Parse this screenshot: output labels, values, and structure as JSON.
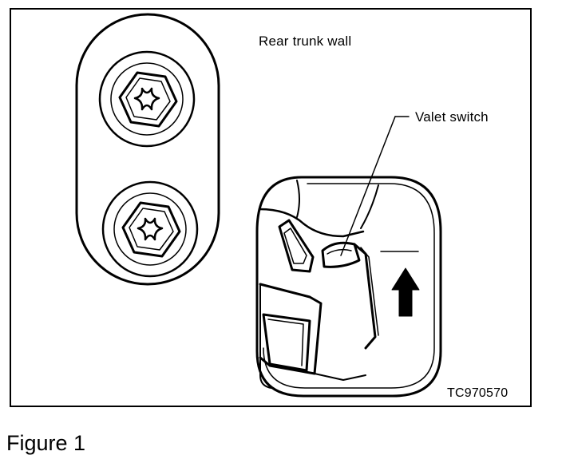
{
  "figure": {
    "labels": {
      "rear_trunk_wall": "Rear trunk wall",
      "valet_switch": "Valet switch",
      "code": "TC970570"
    },
    "caption": "Figure 1"
  }
}
